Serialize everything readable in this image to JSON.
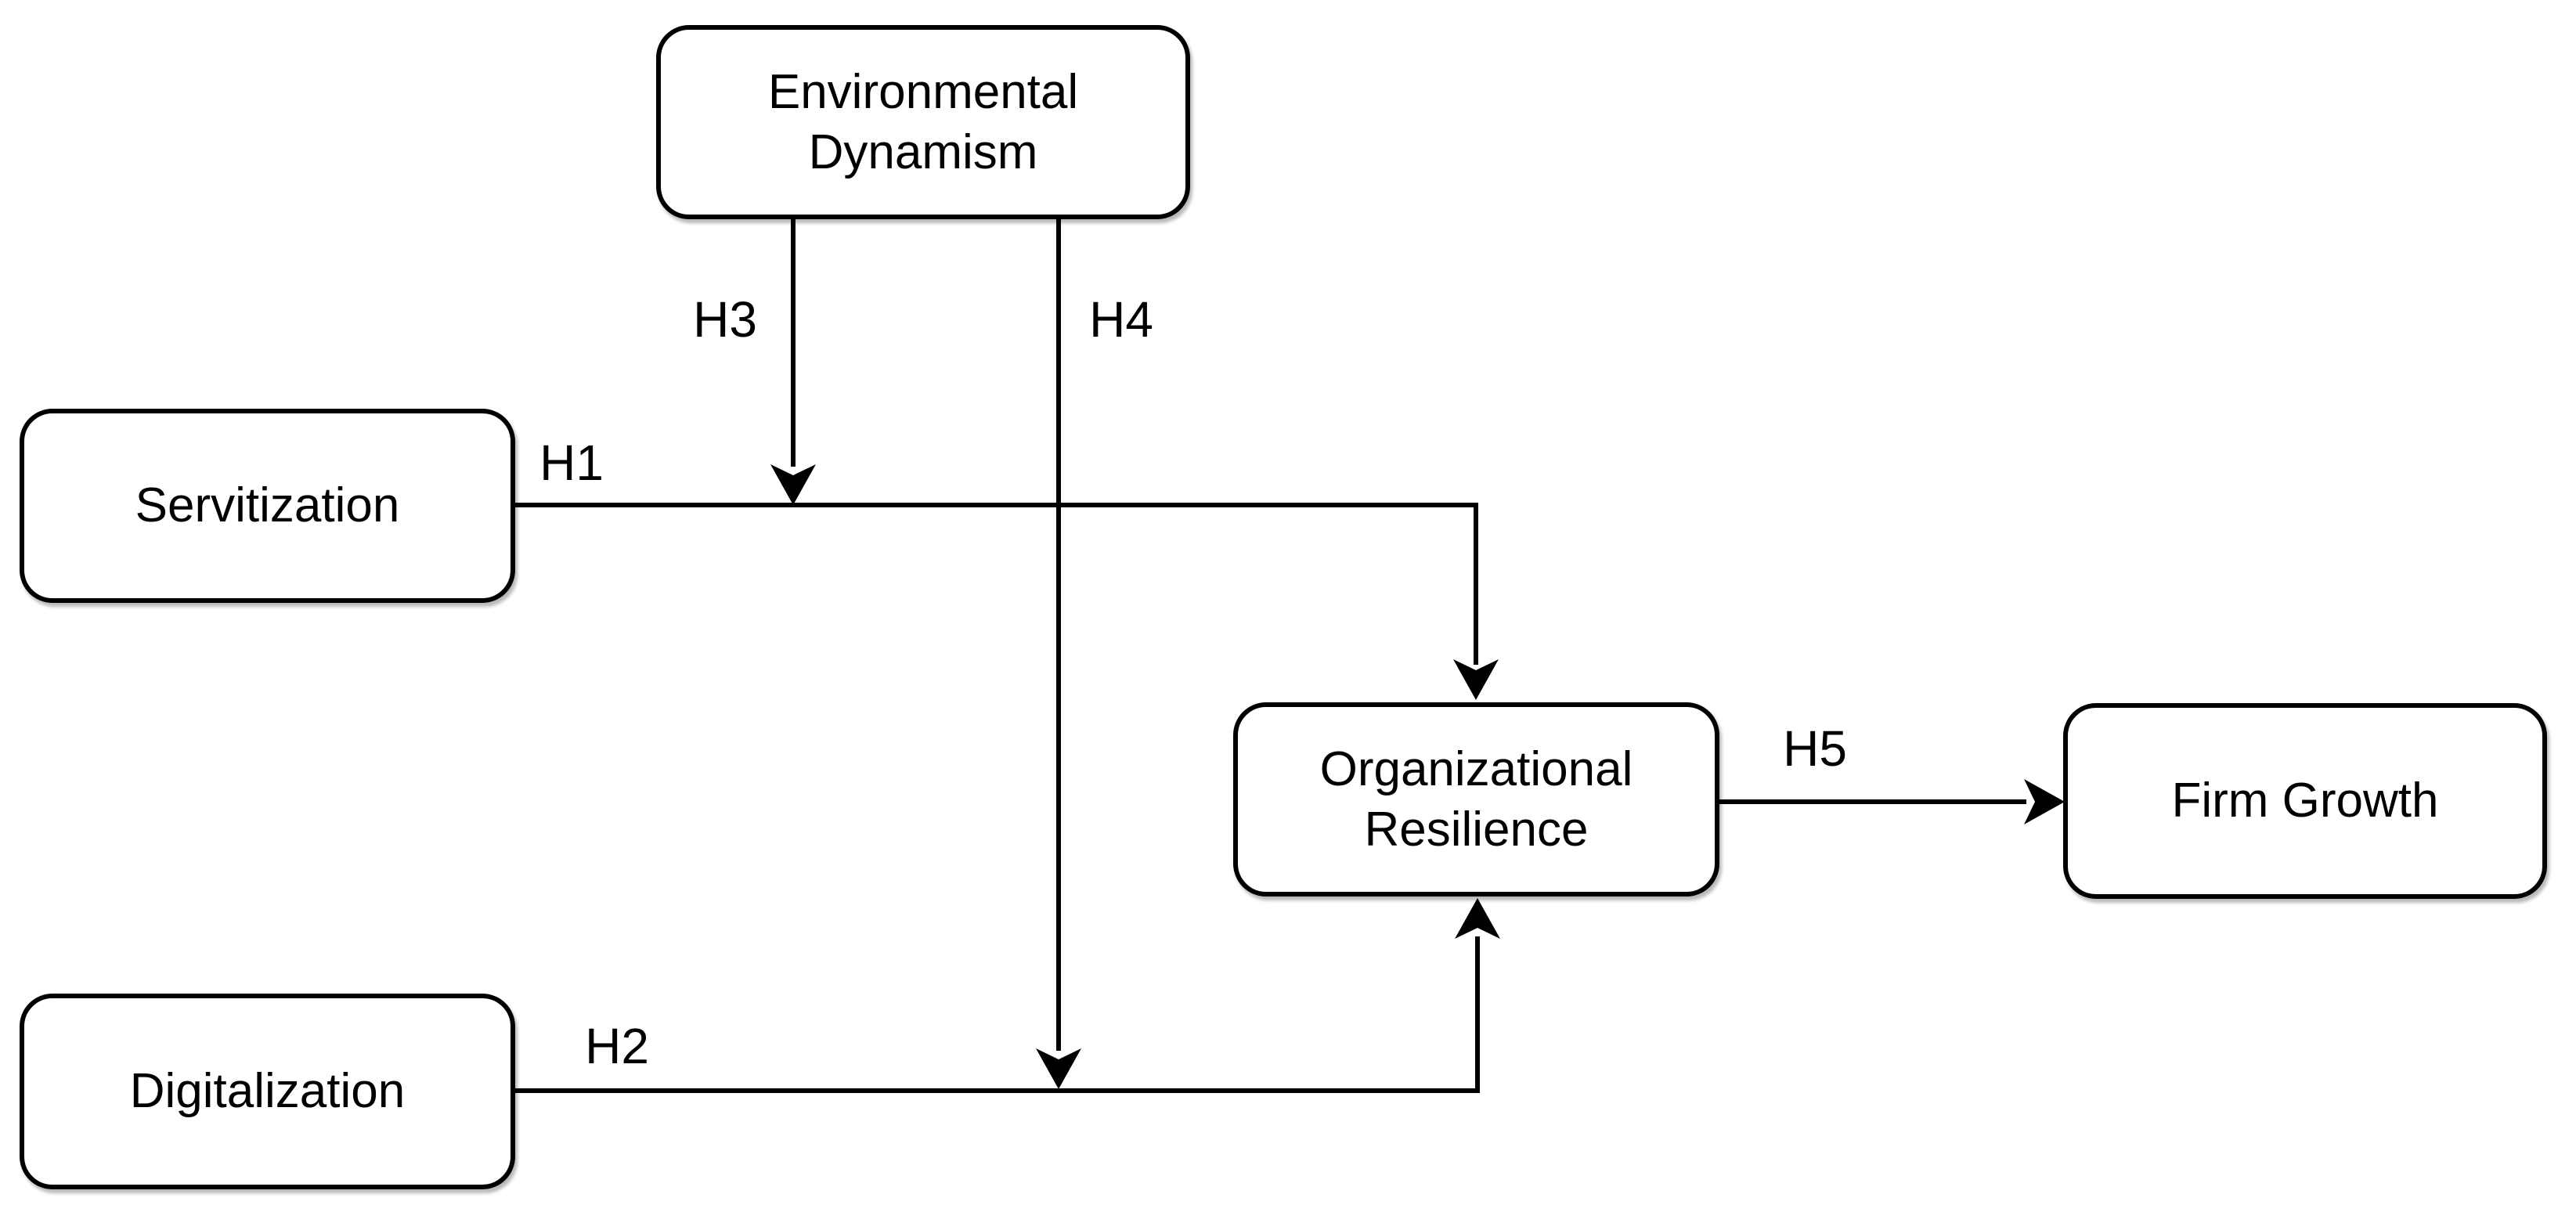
{
  "diagram": {
    "type": "conceptual-model-path-diagram",
    "colors": {
      "background": "#ffffff",
      "box_fill": "#ffffff",
      "box_border": "#000000",
      "line": "#000000",
      "text": "#000000"
    },
    "nodes": {
      "environmental_dynamism": {
        "label": "Environmental\nDynamism"
      },
      "servitization": {
        "label": "Servitization"
      },
      "digitalization": {
        "label": "Digitalization"
      },
      "organizational_resilience": {
        "label": "Organizational\nResilience"
      },
      "firm_growth": {
        "label": "Firm Growth"
      }
    },
    "edges": {
      "h1": {
        "label": "H1",
        "from": "servitization",
        "to": "organizational_resilience",
        "arrow": "into-top-of-target"
      },
      "h2": {
        "label": "H2",
        "from": "digitalization",
        "to": "organizational_resilience",
        "arrow": "into-bottom-of-target"
      },
      "h3": {
        "label": "H3",
        "from": "environmental_dynamism",
        "to": "h1_path",
        "arrow": "down-onto-h1-line"
      },
      "h4": {
        "label": "H4",
        "from": "environmental_dynamism",
        "to": "h2_path",
        "arrow": "down-onto-h2-line"
      },
      "h5": {
        "label": "H5",
        "from": "organizational_resilience",
        "to": "firm_growth",
        "arrow": "into-left-of-target"
      }
    }
  }
}
